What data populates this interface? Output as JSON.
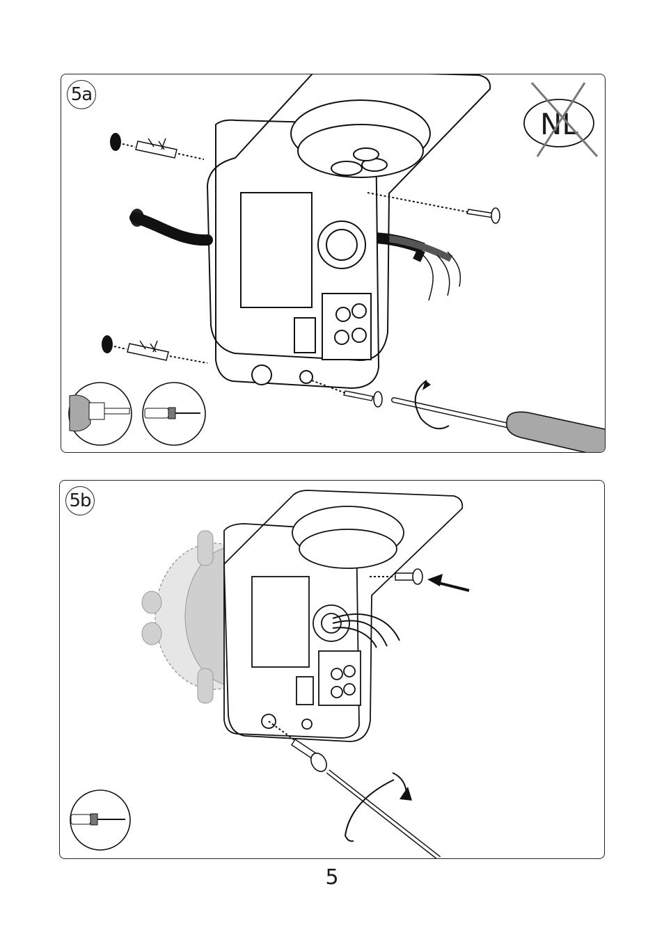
{
  "steps": [
    {
      "label": "5a"
    },
    {
      "label": "5b"
    }
  ],
  "region_badge": {
    "text": "NL"
  },
  "page_number": "5",
  "icons": {
    "panel_a_tools": [
      "drill-icon",
      "screwdriver-phillips-icon"
    ],
    "panel_b_tools": [
      "screwdriver-flat-icon"
    ]
  }
}
